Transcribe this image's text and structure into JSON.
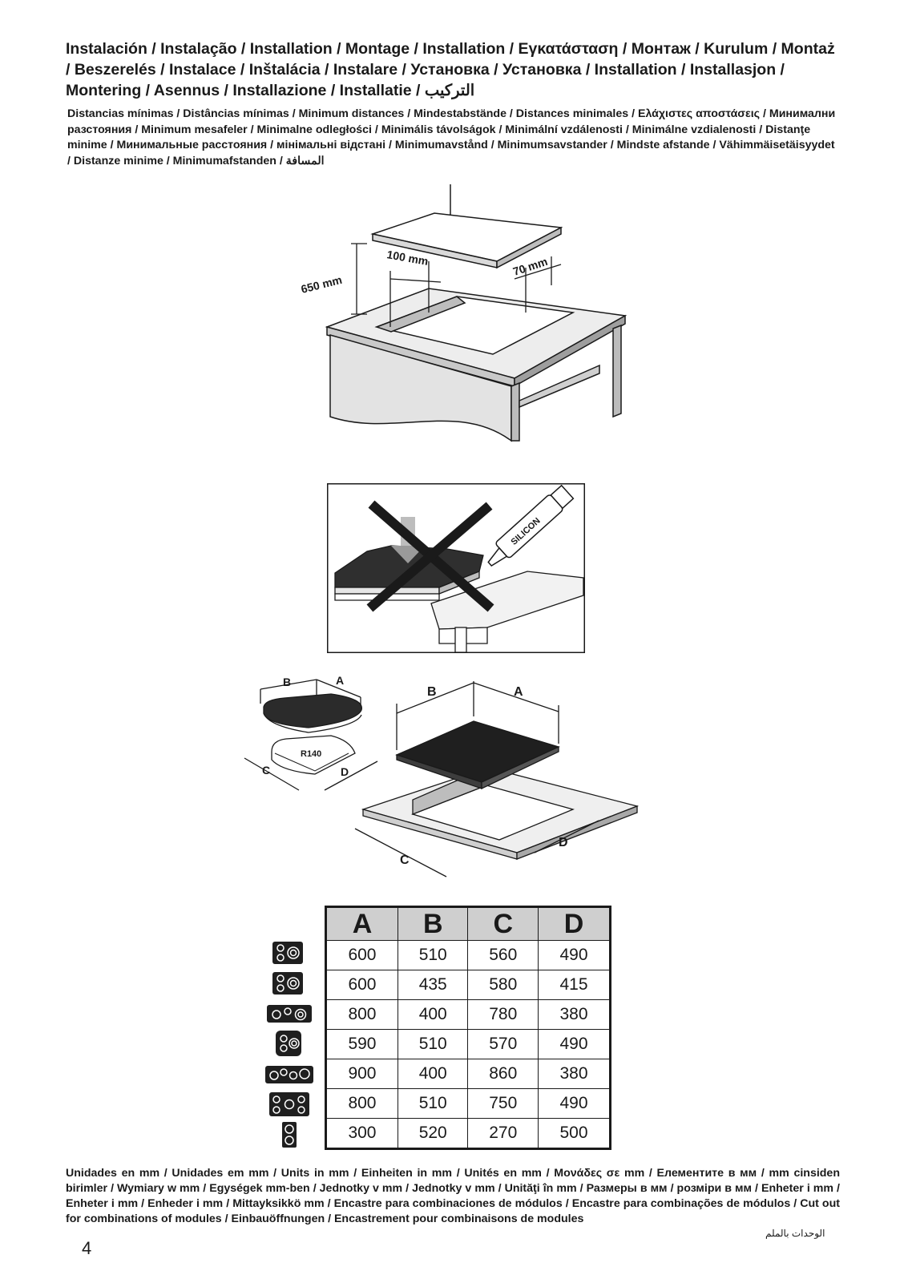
{
  "header": {
    "title": "Instalación / Instalação / Installation / Montage / Installation / Εγκατάσταση / Монтаж / Kurulum / Montaż / Beszerelés / Instalace / Inštalácia / Instalare / Установка / Установка / Installation / Installasjon / Montering / Asennus / Installazione / Installatie / التركيب",
    "subtitle": "Distancias mínimas / Distâncias mínimas / Minimum distances / Mindestabstände / Distances minimales / Ελάχιστες αποστάσεις / Минимални разстояния / Minimum mesafeler / Minimalne odległości / Minimális távolságok / Minimální vzdálenosti / Minimálne vzdialenosti / Distanţe minime / Минимальные расстояния / мінімальні відстані / Minimumavstånd / Minimumsavstander / Mindste afstande / Vähimmäisetäisyydet / Distanze minime / Minimumafstanden / المسافة"
  },
  "figure1": {
    "dim_height": "650 mm",
    "dim_back": "100 mm",
    "dim_side": "70 mm"
  },
  "figure2": {
    "tube_label": "SILICON"
  },
  "figure3": {
    "label_a": "A",
    "label_b": "B",
    "label_c": "C",
    "label_d": "D",
    "radius_label": "R140"
  },
  "table": {
    "headers": [
      "A",
      "B",
      "C",
      "D"
    ],
    "rows": [
      {
        "icon": "two-burner-cooktop-icon",
        "cells": [
          "600",
          "510",
          "560",
          "490"
        ]
      },
      {
        "icon": "two-burner-cooktop-icon",
        "cells": [
          "600",
          "435",
          "580",
          "415"
        ]
      },
      {
        "icon": "three-burner-cooktop-icon",
        "cells": [
          "800",
          "400",
          "780",
          "380"
        ]
      },
      {
        "icon": "two-burner-cooktop-icon",
        "cells": [
          "590",
          "510",
          "570",
          "490"
        ]
      },
      {
        "icon": "four-burner-cooktop-icon",
        "cells": [
          "900",
          "400",
          "860",
          "380"
        ]
      },
      {
        "icon": "five-burner-cooktop-icon",
        "cells": [
          "800",
          "510",
          "750",
          "490"
        ]
      },
      {
        "icon": "domino-cooktop-icon",
        "cells": [
          "300",
          "520",
          "270",
          "500"
        ]
      }
    ]
  },
  "footer": {
    "text": "Unidades en mm / Unidades em mm / Units in mm / Einheiten in mm / Unités en mm / Μονάδες σε mm / Елементите в мм / mm cinsiden birimler / Wymiary w mm / Egységek mm-ben / Jednotky v mm / Jednotky v mm / Unităţi în mm / Размеры в мм / розміри в мм / Enheter i mm / Enheter i mm / Enheder i mm / Mittayksikkö mm / Encastre para combinaciones de módulos / Encastre para combinações de módulos / Cut out for combinations of modules / Einbauöffnungen / Encastrement pour combinaisons de modules",
    "arabic": "الوحدات بالملم"
  },
  "page_number": "4"
}
